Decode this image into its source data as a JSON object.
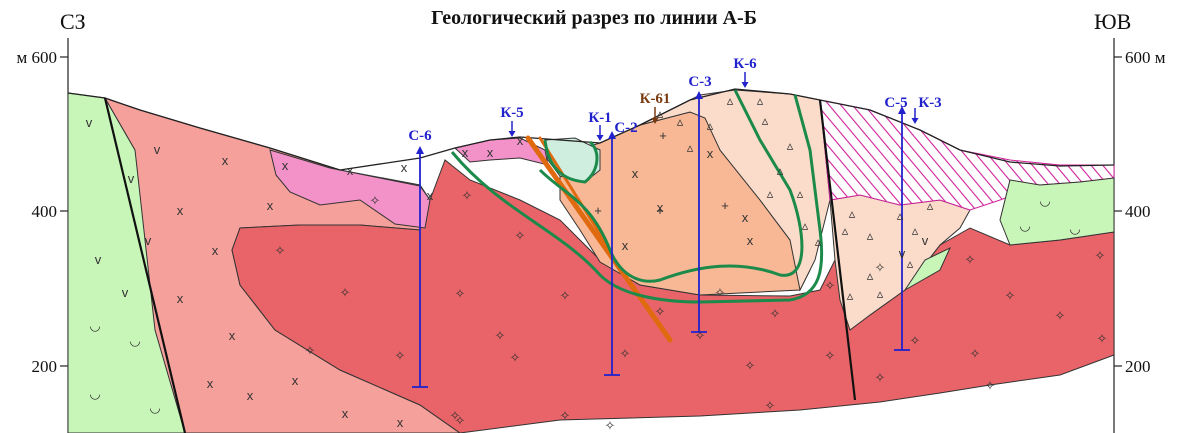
{
  "title": "Геологический разрез по линии А-Б",
  "corner_left": "СЗ",
  "corner_right": "ЮВ",
  "axis": {
    "left_ticks": [
      {
        "value": 600,
        "label": "м 600"
      },
      {
        "value": 400,
        "label": "400"
      },
      {
        "value": 200,
        "label": "200"
      }
    ],
    "right_ticks": [
      {
        "value": 600,
        "label": "600 м"
      },
      {
        "value": 400,
        "label": "400"
      },
      {
        "value": 200,
        "label": "200"
      }
    ]
  },
  "wells": [
    {
      "label": "С-6",
      "type": "borehole",
      "color": "#2222cc"
    },
    {
      "label": "С-2",
      "type": "borehole",
      "color": "#2222cc"
    },
    {
      "label": "С-3",
      "type": "borehole",
      "color": "#2222cc"
    },
    {
      "label": "С-5",
      "type": "borehole",
      "color": "#2222cc"
    }
  ],
  "trenches": [
    {
      "label": "К-5",
      "color": "#2222cc"
    },
    {
      "label": "К-1",
      "color": "#2222cc"
    },
    {
      "label": "К-61",
      "color": "#7a3b12"
    },
    {
      "label": "К-6",
      "color": "#2222cc"
    },
    {
      "label": "К-3",
      "color": "#2222cc"
    }
  ],
  "colors": {
    "green_volcanics": "#c8f5b8",
    "pink_granite": "#f6a09c",
    "red_granite": "#e86468",
    "magenta_unit": "#f392c8",
    "salmon_unit": "#f8b896",
    "light_tan_unit": "#fbdccb",
    "hatch_unit": "#d0209a",
    "green_contact": "#1c8a4a",
    "orange_dike": "#e06a10",
    "borehole": "#2222cc"
  }
}
